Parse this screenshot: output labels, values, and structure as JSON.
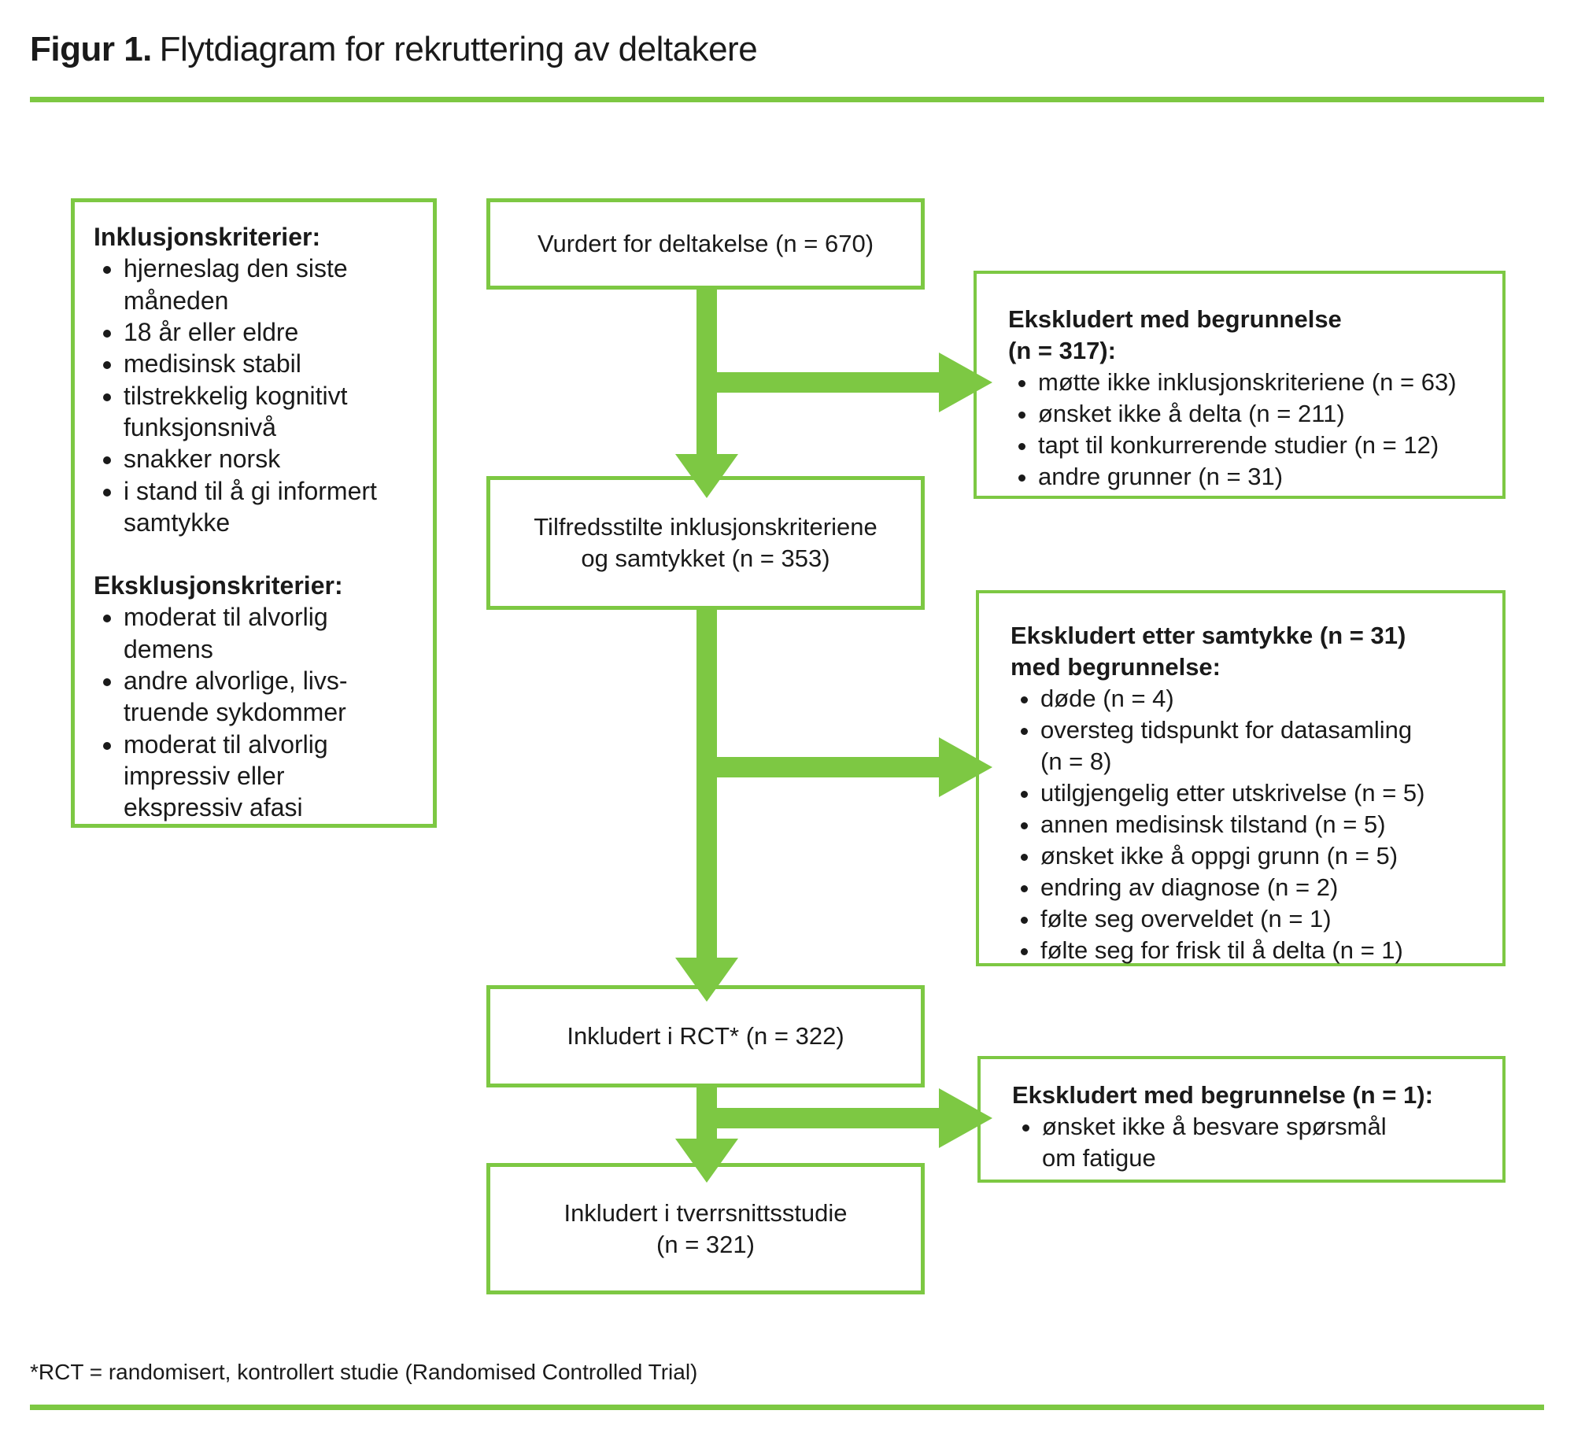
{
  "accent_color": "#7dc843",
  "text_color": "#1a1a1a",
  "title": {
    "label": "Figur 1.",
    "text": "Flytdiagram for rekruttering av deltakere"
  },
  "criteria_box": {
    "sections": [
      {
        "heading": "Inklusjonskriterier:",
        "items": [
          "hjerneslag den siste\nmåneden",
          "18 år eller eldre",
          "medisinsk stabil",
          "tilstrekkelig kognitivt\nfunksjonsnivå",
          "snakker norsk",
          "i stand til å gi informert\nsamtykke"
        ]
      },
      {
        "heading": "Eksklusjonskriterier:",
        "items": [
          "moderat til alvorlig\ndemens",
          "andre alvorlige, livs-\ntruende sykdommer",
          "moderat til alvorlig\nimpressiv eller\nekspressiv afasi"
        ]
      }
    ]
  },
  "flow_boxes": {
    "assessed": "Vurdert for deltakelse (n = 670)",
    "eligible": "Tilfredsstilte inklusjonskriteriene\nog samtykket (n = 353)",
    "rct": "Inkludert i RCT* (n = 322)",
    "cross_sectional": "Inkludert i tverrsnittsstudie\n(n = 321)"
  },
  "exclusion_boxes": [
    {
      "heading": "Ekskludert med begrunnelse\n(n = 317):",
      "items": [
        "møtte ikke inklusjonskriteriene (n = 63)",
        "ønsket ikke å delta (n = 211)",
        "tapt til konkurrerende studier (n = 12)",
        "andre grunner (n = 31)"
      ]
    },
    {
      "heading": "Ekskludert etter samtykke (n = 31)\nmed begrunnelse:",
      "items": [
        "døde (n = 4)",
        "oversteg tidspunkt for datasamling\n(n = 8)",
        "utilgjengelig etter utskrivelse (n = 5)",
        "annen medisinsk tilstand (n = 5)",
        "ønsket ikke å oppgi grunn (n = 5)",
        "endring av diagnose (n = 2)",
        "følte seg overveldet (n = 1)",
        "følte seg for frisk til å delta (n = 1)"
      ]
    },
    {
      "heading": "Ekskludert med begrunnelse (n = 1):",
      "items": [
        "ønsket ikke å besvare spørsmål\nom fatigue"
      ]
    }
  ],
  "footnote": "*RCT = randomisert, kontrollert studie (Randomised Controlled Trial)"
}
